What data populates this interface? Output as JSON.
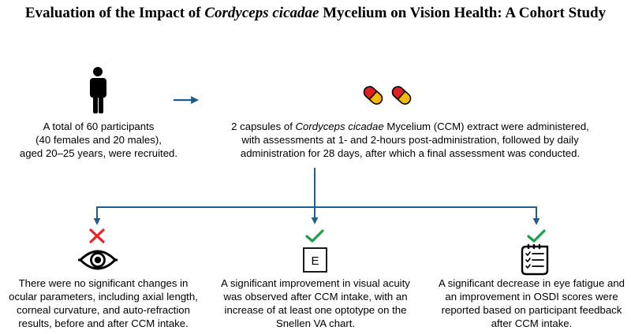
{
  "title": {
    "prefix": "Evaluation of the Impact of ",
    "species": "Cordyceps cicadae",
    "suffix": " Mycelium on Vision Health: A Cohort Study"
  },
  "participants": {
    "line1": "A total of 60 participants",
    "line2": "(40 females and 20 males),",
    "line3": "aged 20–25 years, were recruited."
  },
  "intervention": {
    "line1_prefix": "2 capsules of ",
    "line1_species": "Cordyceps cicadae",
    "line1_suffix": " Mycelium (CCM) extract were administered,",
    "line2": "with assessments at 1- and 2-hours post-administration, followed by daily",
    "line3": "administration for 28 days, after which a final assessment was conducted."
  },
  "outcomes": [
    {
      "status": "no-change",
      "icon": "eye-icon",
      "lines": [
        "There were no significant changes in",
        "ocular parameters, including axial length,",
        "corneal curvature, and auto-refraction",
        "results, before and after CCM intake."
      ]
    },
    {
      "status": "improved",
      "icon": "snellen-chart-icon",
      "chart_letter": "E",
      "lines": [
        "A significant improvement in visual acuity",
        "was observed after CCM intake, with an",
        "increase of at least one optotype on the",
        "Snellen VA chart."
      ]
    },
    {
      "status": "improved",
      "icon": "checklist-icon",
      "lines": [
        "A significant decrease in eye fatigue and",
        "an improvement in OSDI scores were",
        "reported based on participant feedback",
        "after CCM intake."
      ]
    }
  ],
  "colors": {
    "arrow": "#1f5d8c",
    "cross": "#e8232a",
    "check": "#1aa04a",
    "capsule_red": "#e01e26",
    "capsule_yellow": "#f5b800"
  }
}
